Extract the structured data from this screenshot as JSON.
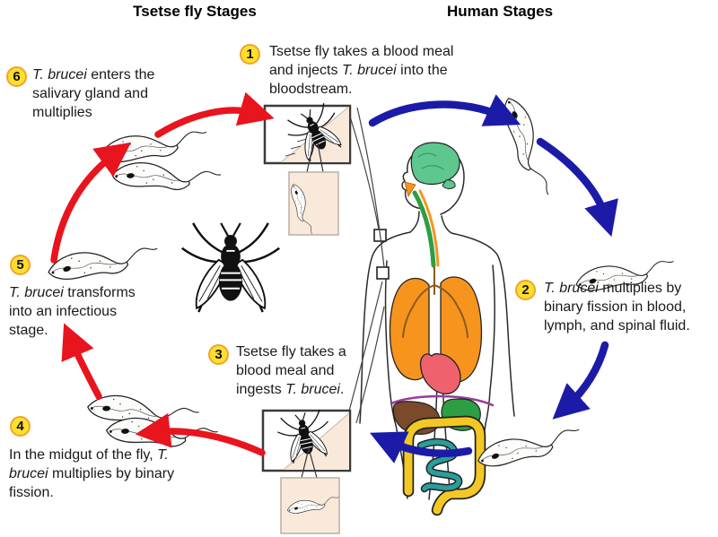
{
  "titles": {
    "left": "Tsetse fly Stages",
    "right": "Human Stages"
  },
  "stages": [
    {
      "num": "1",
      "t1": "Tsetse fly takes a blood meal and injects ",
      "em": "T. brucei",
      "t2": " into the bloodstream."
    },
    {
      "num": "2",
      "t1": "",
      "em": "T. brucei",
      "t2": " multiplies by binary fission in blood, lymph, and spinal fluid."
    },
    {
      "num": "3",
      "t1": "Tsetse fly takes a blood meal and ingests ",
      "em": "T. brucei",
      "t2": "."
    },
    {
      "num": "4",
      "t1": "In the midgut of the fly, ",
      "em": "T. brucei",
      "t2": " multiplies by binary fission."
    },
    {
      "num": "5",
      "t1": "",
      "em": "T. brucei",
      "t2": " transforms into an infectious stage."
    },
    {
      "num": "6",
      "t1": "",
      "em": "T. brucei",
      "t2": " enters the salivary gland and multiplies"
    }
  ],
  "colors": {
    "arrow_red": "#e8141e",
    "arrow_blue": "#1b1ba8",
    "badge_yellow": "#ffdf2e",
    "badge_border": "#f0a32e",
    "skin_beige": "#f9e9da",
    "brain_green": "#5ec68f",
    "lung_orange": "#f7941d",
    "heart_pink": "#f0616e",
    "liver_brown": "#7b4a2b",
    "stomach_green": "#2e9e44",
    "colon_yellow": "#f3c824",
    "intestine_teal": "#2a9d9d"
  },
  "icons": {
    "tsetse-fly-icon": "tsetse fly (top view)",
    "trypanosome-icon": "T. brucei parasite",
    "human-body-icon": "human torso with internal organs",
    "bite-site-marker-icon": "square bite-site marker",
    "red-arrow-icon": "tsetse fly stage transition arrow",
    "blue-arrow-icon": "human stage transition arrow",
    "fly-bite-inset-icon": "fly biting skin inset",
    "parasite-inset-icon": "parasite close-up inset"
  }
}
